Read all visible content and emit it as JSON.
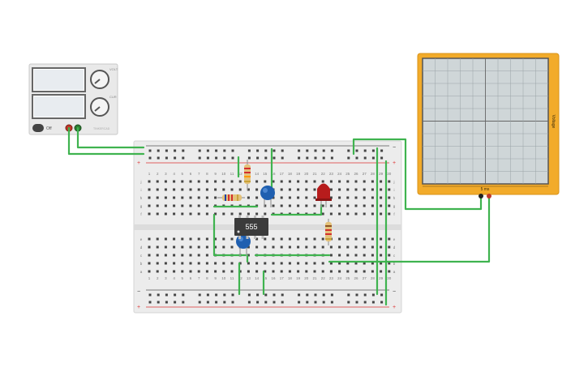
{
  "power_supply": {
    "display_colors": [
      "#888888",
      "#e8ecf0"
    ],
    "knob_voltage_label": "VOLT",
    "knob_current_label": "CUR",
    "switch_label": "Off",
    "brand_text": "TINKERCAD"
  },
  "breadboard": {
    "column_numbers": [
      "1",
      "2",
      "3",
      "4",
      "5",
      "6",
      "7",
      "8",
      "9",
      "10",
      "11",
      "12",
      "13",
      "14",
      "15",
      "16",
      "17",
      "18",
      "19",
      "20",
      "21",
      "22",
      "23",
      "24",
      "25",
      "26",
      "27",
      "28",
      "29",
      "30"
    ],
    "row_letters_top": [
      "j",
      "i",
      "h",
      "g",
      "f"
    ],
    "row_letters_bottom": [
      "e",
      "d",
      "c",
      "b",
      "a"
    ],
    "rail_minus": "−",
    "rail_plus": "+"
  },
  "chip": {
    "label": "555"
  },
  "oscilloscope": {
    "y_label": "Voltage",
    "x_label": "5 ms",
    "frame_color": "#f2ab2a"
  },
  "wire_color": "#3fb34f"
}
